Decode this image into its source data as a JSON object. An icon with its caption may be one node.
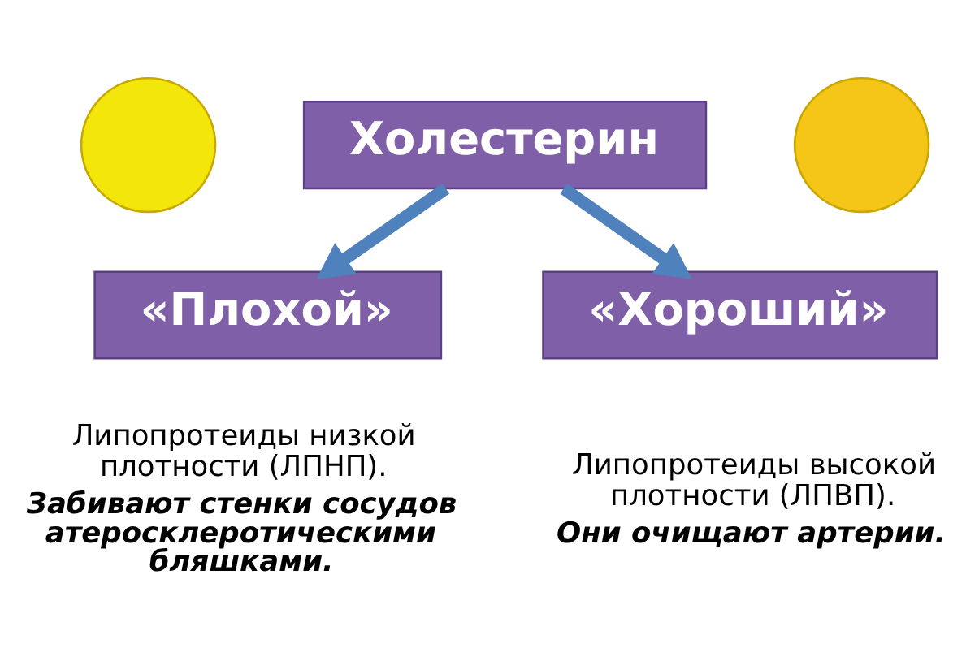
{
  "diagram": {
    "nodes": [
      {
        "text": [],
        "shape": "circle"
      },
      {
        "text": [
          "Холестерин"
        ]
      },
      {
        "text": [],
        "shape": "circle"
      },
      {
        "text": [
          "«Плохой»"
        ],
        "beside": [
          "Липопротеиды низкой плотности (ЛПНП).",
          "Забивают стенки сосудов атеросклеротическими бляшками."
        ]
      },
      {
        "text": [
          "«Хороший»"
        ],
        "beside": [
          "Липопротеиды высокой плотности (ЛПВП).",
          "Они очищают артерии."
        ]
      }
    ],
    "edges": [
      {
        "from": 1,
        "to": 3,
        "arrow": "to"
      },
      {
        "from": 1,
        "to": 4,
        "arrow": "to"
      }
    ]
  }
}
